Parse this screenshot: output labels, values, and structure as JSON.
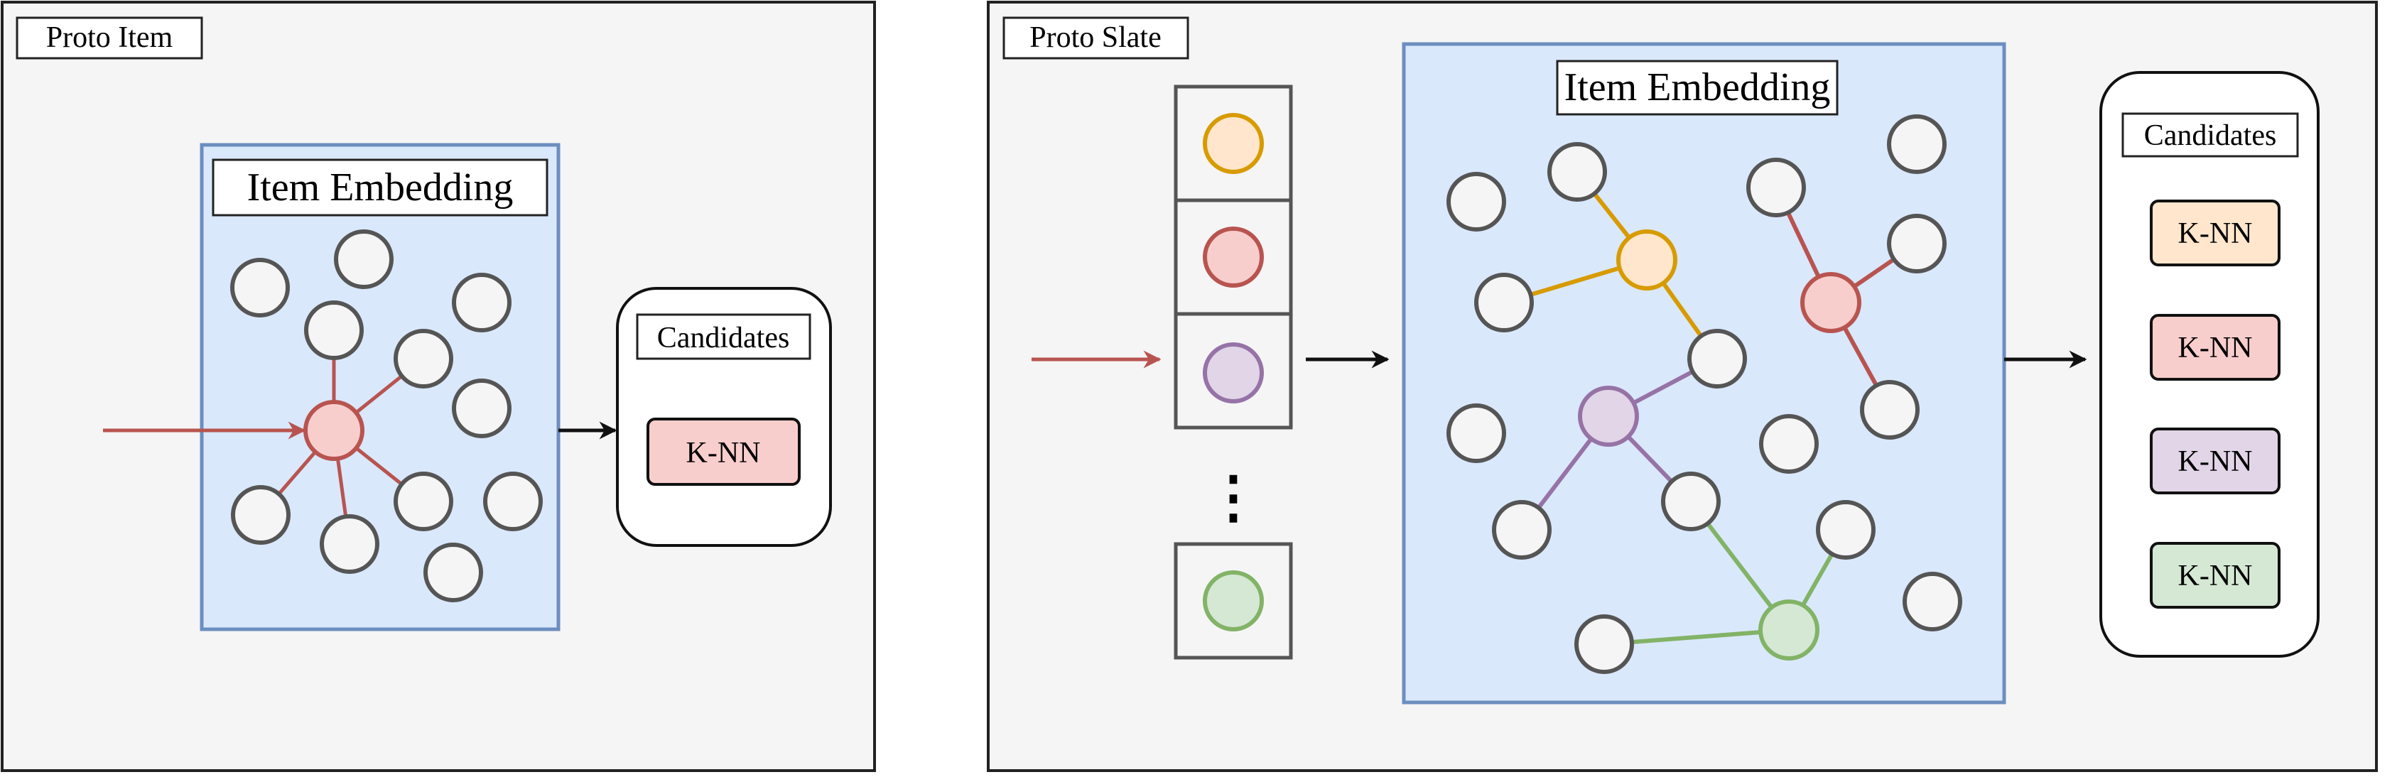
{
  "left_panel": {
    "title": "Proto Item",
    "embedding_title": "Item Embedding",
    "candidates_title": "Candidates",
    "knn_label": "K-NN"
  },
  "right_panel": {
    "title": "Proto Slate",
    "embedding_title": "Item Embedding",
    "candidates_title": "Candidates",
    "ellipsis": "⋮",
    "knn_labels": [
      "K-NN",
      "K-NN",
      "K-NN",
      "K-NN"
    ]
  },
  "colors": {
    "red": {
      "fill": "#f8cecc",
      "stroke": "#b85450"
    },
    "orange": {
      "fill": "#ffe6cc",
      "stroke": "#d79b00"
    },
    "purple": {
      "fill": "#e1d5e7",
      "stroke": "#9673a6"
    },
    "green": {
      "fill": "#d5e8d4",
      "stroke": "#82b366"
    }
  }
}
